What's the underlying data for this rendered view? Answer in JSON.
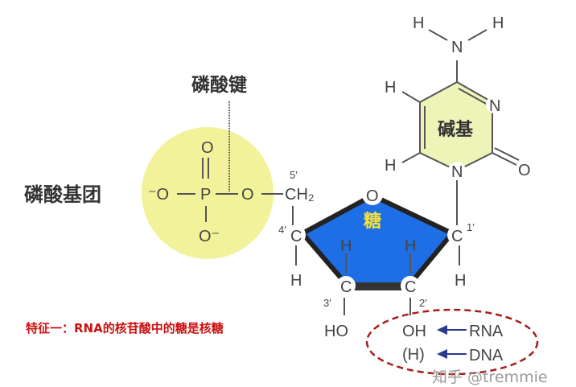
{
  "labels": {
    "phosphodiester_bond": "磷酸键",
    "phosphate_group": "磷酸基团",
    "base": "碱基",
    "sugar": "糖",
    "feature_note": "特征一：RNA的核苷酸中的糖是核糖",
    "rna": "RNA",
    "dna": "DNA",
    "watermark": "知乎 @tremmie"
  },
  "atoms": {
    "o_top": "O",
    "p": "P",
    "o_minus_left": "⁻O",
    "o_minus_bottom": "O⁻",
    "o_ester": "O",
    "ch2": "CH₂",
    "c5_prime": "5′",
    "c4_prime": "4′",
    "c3_prime": "3′",
    "c2_prime": "2′",
    "c1_prime": "1′",
    "c": "C",
    "h": "H",
    "ring_o": "O",
    "ho": "HO",
    "oh": "OH",
    "h_paren": "(H)",
    "n": "N",
    "o_carbonyl": "O"
  },
  "colors": {
    "phosphate_circle": "#f2f29a",
    "sugar_fill": "#1e6ee6",
    "sugar_label": "#f5e23a",
    "base_fill": "#eef3b8",
    "note_red": "#cc1111",
    "ellipse": "#a81c1c",
    "arrow": "#2b3a8c"
  }
}
